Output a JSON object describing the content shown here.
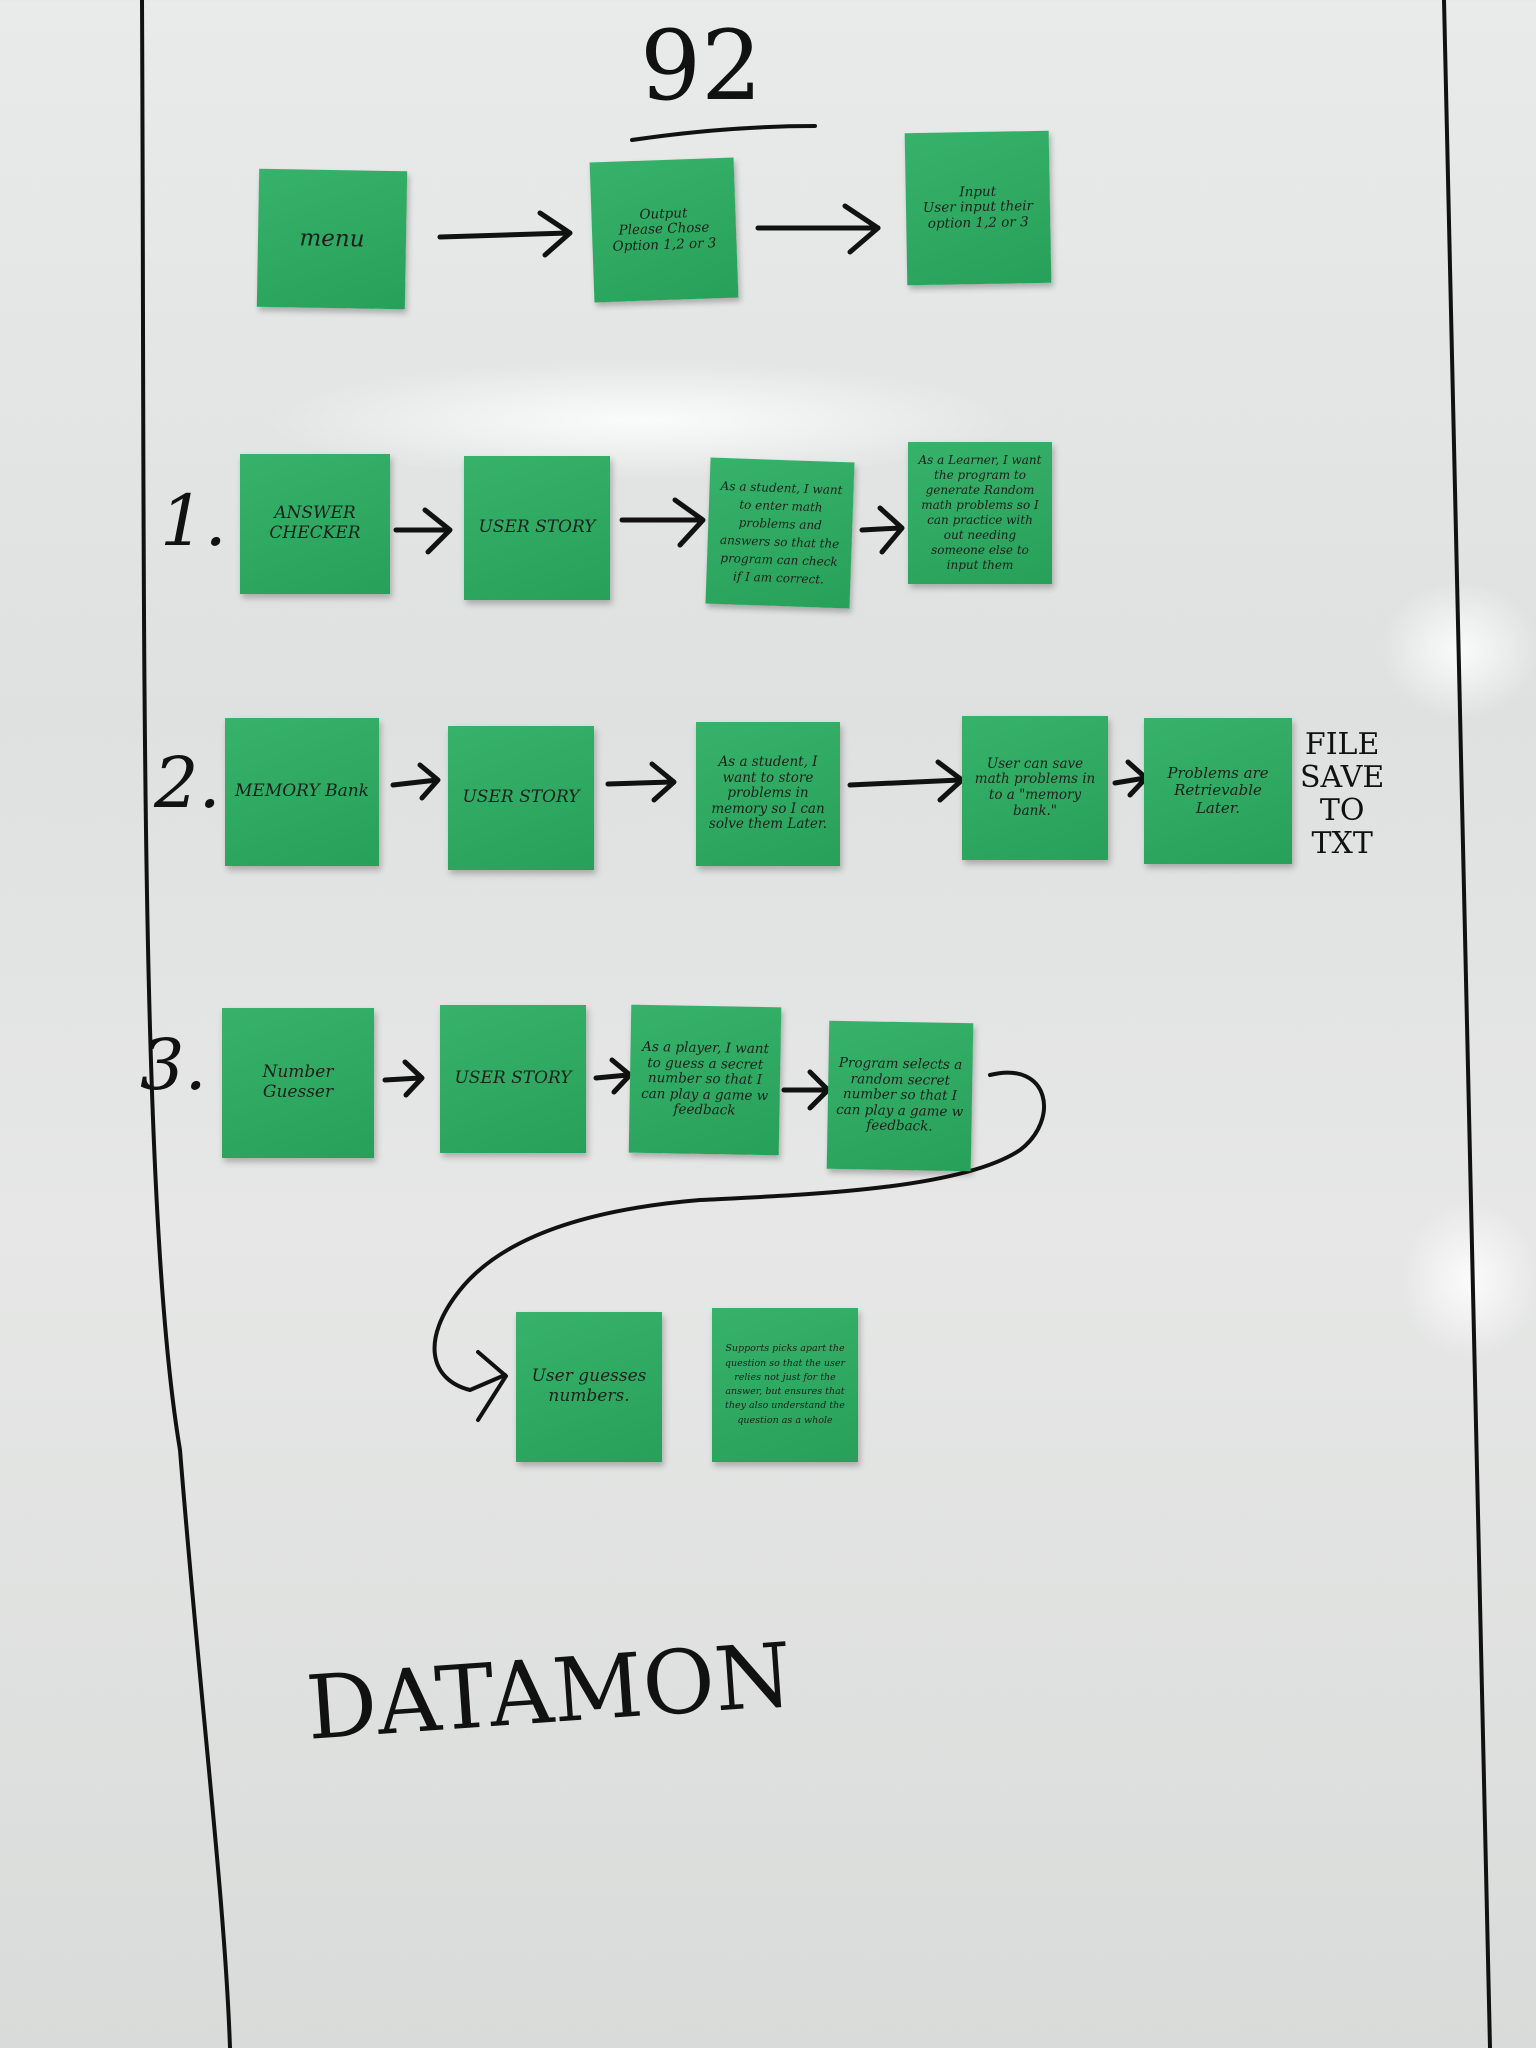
{
  "board": {
    "heading": "92",
    "footer": "DATAMON",
    "side_note": "FILE\nSAVE\nTO\nTXT"
  },
  "menu_row": {
    "notes": [
      "menu",
      "Output\nPlease Chose Option 1,2 or 3",
      "Input\nUser input their option 1,2 or 3"
    ]
  },
  "rows": [
    {
      "number": "1.",
      "notes": [
        "ANSWER CHECKER",
        "USER STORY",
        "As a student, I want to enter math problems and answers so that the program can check if I am correct.",
        "As a Learner, I want the program to generate Random math problems so I can practice with out needing someone else to input them"
      ]
    },
    {
      "number": "2.",
      "notes": [
        "MEMORY Bank",
        "USER STORY",
        "As a student, I want to store problems in memory so I can solve them Later.",
        "User can save math problems in to a \"memory bank.\"",
        "Problems are Retrievable Later."
      ]
    },
    {
      "number": "3.",
      "notes": [
        "Number Guesser",
        "USER STORY",
        "As a player, I want to guess a secret number so that I can play a game w feedback",
        "Program selects a random secret number so that I can play a game w feedback."
      ]
    }
  ],
  "bottom_row": {
    "notes": [
      "User guesses numbers.",
      "Supports picks apart the question so that the user relies not just for the answer, but ensures that they also understand the question as a whole"
    ]
  }
}
